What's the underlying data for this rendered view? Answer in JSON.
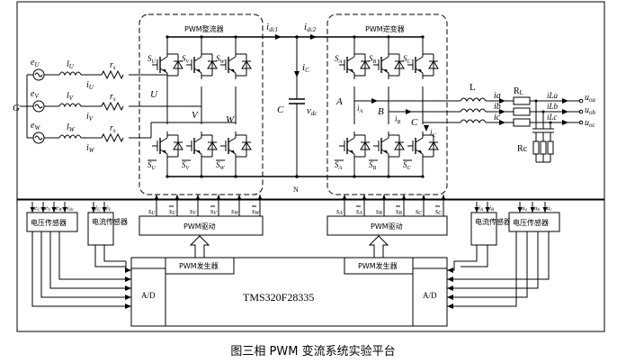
{
  "caption": "图三相 PWM 变流系统实验平台",
  "rectifier": {
    "title": "PWM整流器",
    "sw_top": [
      "S",
      "U",
      "S",
      "V",
      "S",
      "W"
    ],
    "sw_bottom": [
      "S",
      "U",
      "S",
      "V",
      "S",
      "W"
    ]
  },
  "inverter": {
    "title": "PWM逆变器",
    "sw_top": [
      "S",
      "A",
      "S",
      "B",
      "S",
      "C"
    ],
    "sw_bottom": [
      "S",
      "A",
      "S",
      "B",
      "S",
      "C"
    ]
  },
  "source": {
    "emf": [
      "e",
      "U",
      "e",
      "V",
      "e",
      "W"
    ],
    "inductor": [
      "l",
      "U",
      "l",
      "V",
      "l",
      "W"
    ],
    "resistor": [
      "r",
      "s",
      "r",
      "s",
      "r",
      "s"
    ],
    "current": [
      "i",
      "U",
      "i",
      "V",
      "i",
      "W"
    ],
    "ground": "G"
  },
  "nodes": {
    "U": "U",
    "V": "V",
    "W": "W",
    "A": "A",
    "B": "B",
    "C": "C",
    "N": "N"
  },
  "dc": {
    "idc1": "i",
    "idc1_sub": "dc1",
    "idc2": "i",
    "idc2_sub": "dc2",
    "iC": "i",
    "iC_sub": "C",
    "cap": "C",
    "vdc": "v",
    "vdc_sub": "dc"
  },
  "inv_out_currents": [
    "i",
    "A",
    "i",
    "B",
    "i",
    "C"
  ],
  "filter": {
    "L": "L",
    "RL": "R",
    "RL_sub": "L",
    "Rc": "Rc",
    "ia": "ia",
    "ib": "ib",
    "ic": "ic"
  },
  "load_currents": [
    "iLa",
    "iLb",
    "iLc"
  ],
  "outputs": [
    "u",
    "oa",
    "u",
    "ob",
    "u",
    "oc"
  ],
  "control": {
    "dsp": "TMS320F28335",
    "ad_left": "A/D",
    "ad_right": "A/D",
    "pwm_gen_left": "PWM发生器",
    "pwm_gen_right": "PWM发生器",
    "pwm_drv_left": "PWM驱动",
    "pwm_drv_right": "PWM驱动",
    "vsensor_left": "电压传感器",
    "isensor_left": "电流传感器",
    "isensor_right": "电流传感器",
    "vsensor_right": "电压传感器",
    "vsensor_left_inputs": [
      "e",
      "U",
      "e",
      "V",
      "e",
      "W",
      "v",
      "dc"
    ],
    "isensor_left_inputs": [
      "i",
      "U",
      "i",
      "V"
    ],
    "isensor_right_inputs": [
      "i",
      "A",
      "i",
      "B"
    ],
    "vsensor_right_inputs": [
      "u",
      "a",
      "u",
      "b",
      "u",
      "c"
    ],
    "drv_left_signals": [
      "s",
      "U",
      "s",
      "U",
      "s",
      "V",
      "s",
      "V",
      "s",
      "W",
      "s",
      "W"
    ],
    "drv_right_signals": [
      "s",
      "A",
      "s",
      "A",
      "s",
      "B",
      "s",
      "B",
      "s",
      "C",
      "s",
      "C"
    ]
  }
}
